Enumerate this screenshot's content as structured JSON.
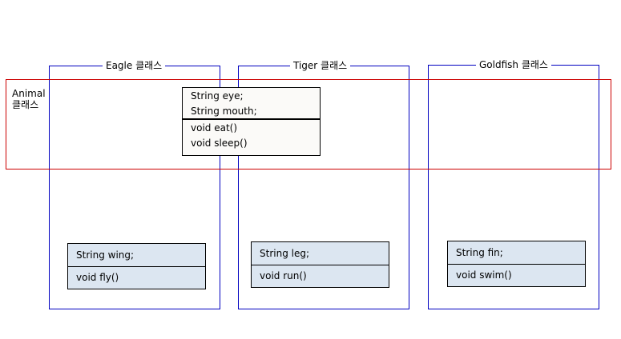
{
  "frames": {
    "eagle": {
      "title": "Eagle 클래스"
    },
    "tiger": {
      "title": "Tiger 클래스"
    },
    "goldfish": {
      "title": "Goldfish 클래스"
    }
  },
  "animal": {
    "label_line1": "Animal",
    "label_line2": "클래스",
    "attributes": [
      "String eye;",
      "String mouth;"
    ],
    "methods": [
      "void eat()",
      "void sleep()"
    ]
  },
  "eagle": {
    "attribute": "String wing;",
    "method": "void fly()"
  },
  "tiger": {
    "attribute": "String leg;",
    "method": "void run()"
  },
  "goldfish": {
    "attribute": "String fin;",
    "method": "void swim()"
  },
  "colors": {
    "subclass_frame": "#0000c0",
    "superclass_frame": "#cc0000",
    "subclass_box_fill": "#dce6f1",
    "superclass_box_fill": "#fbfaf8"
  }
}
